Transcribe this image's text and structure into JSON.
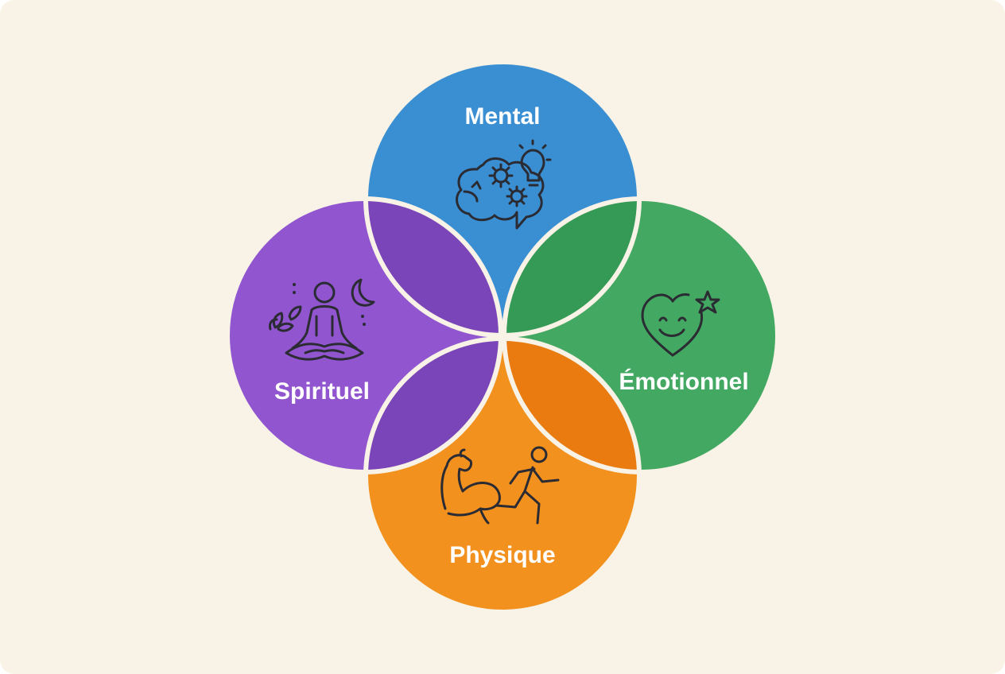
{
  "diagram": {
    "circles": [
      {
        "key": "mental",
        "label": "Mental",
        "color": "#3a8fd3",
        "icon": "brain-gears-lightbulb-icon"
      },
      {
        "key": "emotional",
        "label": "Émotionnel",
        "color": "#43a861",
        "icon": "smiling-heart-star-icon"
      },
      {
        "key": "physical",
        "label": "Physique",
        "color": "#f3911f",
        "icon": "muscle-runner-icon"
      },
      {
        "key": "spiritual",
        "label": "Spirituel",
        "color": "#9156cf",
        "icon": "meditation-moon-lotus-icon"
      }
    ],
    "overlaps": [
      {
        "between": [
          "mental",
          "spiritual"
        ],
        "color": "#7a45b8"
      },
      {
        "between": [
          "mental",
          "emotional"
        ],
        "color": "#349a55"
      },
      {
        "between": [
          "physical",
          "emotional"
        ],
        "color": "#e97b10"
      },
      {
        "between": [
          "physical",
          "spiritual"
        ],
        "color": "#7a45b8"
      }
    ],
    "background_color": "#f8f3e6",
    "outline_color": "#f8f3e6"
  }
}
